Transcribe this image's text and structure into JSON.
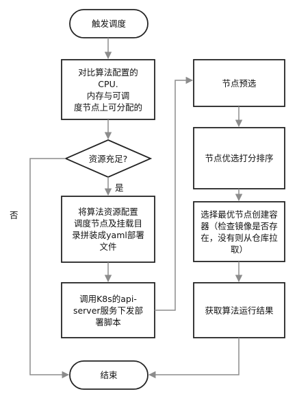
{
  "nodes": {
    "trigger": "触发调度",
    "compare": "对比算法配置的\nCPU.\n内存与可调\n度节点上可分配的",
    "decision": "资源充足?",
    "configure": "将算法资源配置\n调度节点及挂载目\n录拼装成yaml部署\n文件",
    "call_api": "调用K8s的api-\nserver服务下发部\n署脚本",
    "preselect": "节点预选",
    "priority": "节点优选打分排序",
    "create": "选择最优节点创建容\n器（检查镜像是否存\n在，没有则从仓库拉\n取）",
    "result": "获取算法运行结果",
    "end": "结束"
  },
  "edges": {
    "yes": "是",
    "no": "否"
  },
  "colors": {
    "stroke": "#222222",
    "arrow": "#8c8c8c",
    "fill": "#ffffff"
  }
}
